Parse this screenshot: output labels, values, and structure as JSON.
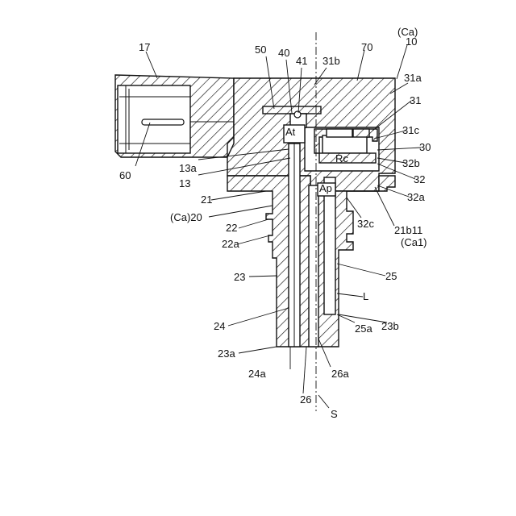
{
  "labels": {
    "ca_top": "(Ca)",
    "n10": "10",
    "n17": "17",
    "n50": "50",
    "n40": "40",
    "n41": "41",
    "n31b": "31b",
    "n70": "70",
    "n31a": "31a",
    "n31": "31",
    "n31c": "31c",
    "n30": "30",
    "n32b": "32b",
    "n32": "32",
    "n32a": "32a",
    "at": "At",
    "rc": "Rc",
    "ap": "Ap",
    "n13a": "13a",
    "n13": "13",
    "n60": "60",
    "n21": "21",
    "ca20": "(Ca)20",
    "n22": "22",
    "n22a": "22a",
    "n32c": "32c",
    "n21b11": "21b11",
    "ca1": "(Ca1)",
    "n23": "23",
    "n25": "25",
    "l": "L",
    "n24": "24",
    "n25a": "25a",
    "n23b": "23b",
    "n23a": "23a",
    "n24a": "24a",
    "n26a": "26a",
    "n26": "26",
    "s": "S"
  }
}
